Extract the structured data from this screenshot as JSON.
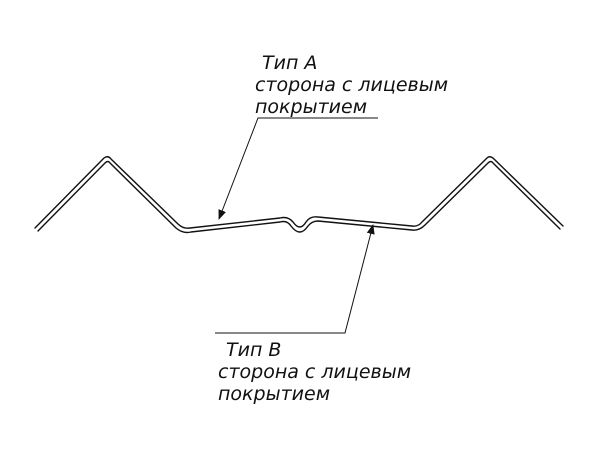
{
  "labels": {
    "type_a": {
      "title": "Тип А",
      "line1": "сторона с лицевым",
      "line2": "покрытием"
    },
    "type_b": {
      "title": "Тип В",
      "line1": "сторона с лицевым",
      "line2": "покрытием"
    }
  },
  "colors": {
    "ink": "#111111",
    "background": "#ffffff"
  }
}
